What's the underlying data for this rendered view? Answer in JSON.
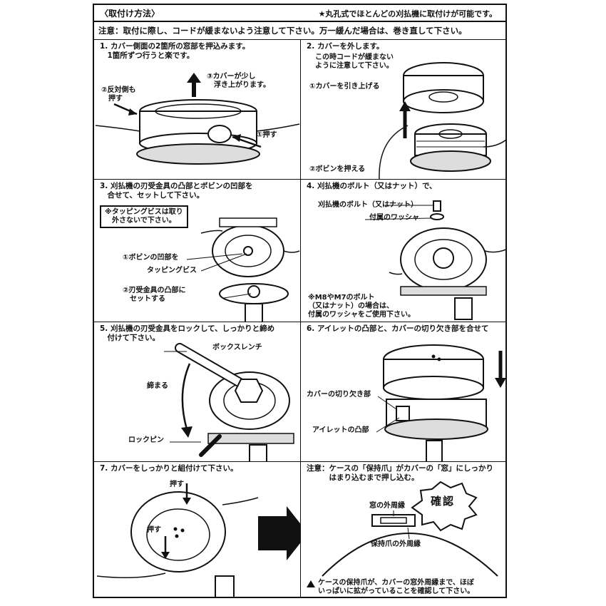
{
  "header": {
    "title": "〈取付け方法〉",
    "note": "★丸孔式でほとんどの刈払機に取付けが可能です。"
  },
  "caution": "注意：取付に際し、コードが緩まないよう注意して下さい。万一緩んだ場合は、巻き直して下さい。",
  "steps": {
    "s1": {
      "text": "1. カバー側面の2箇所の窓部を押込みます。\n　1箇所ずつ行うと楽です。",
      "labels": {
        "a": "②反対側も\n　押す",
        "b": "③カバーが少し\n　浮き上がります。",
        "c": "①押す"
      }
    },
    "s2": {
      "text": "2. カバーを外します。",
      "labels": {
        "a": "この時コードが緩まない\nように注意して下さい。",
        "b": "①カバーを引き上げる",
        "c": "②ボビンを押える"
      }
    },
    "s3": {
      "text": "3. 刈払機の刃受金具の凸部とボビンの凹部を\n　合せて、セットして下さい。",
      "labels": {
        "box": "※タッピングビスは取り\n　外さないで下さい。",
        "a": "①ボビンの凹部を",
        "b": "タッピングビス",
        "c": "②刃受金具の凸部に\n　セットする"
      }
    },
    "s4": {
      "text": "4. 刈払機のボルト（又はナット）で、",
      "labels": {
        "a": "刈払機のボルト（又はナット）",
        "b": "付属のワッシャ",
        "c": "※M8やM7のボルト\n（又はナット）の場合は、\n付属のワッシャをご使用下さい。"
      }
    },
    "s5": {
      "text": "5. 刈払機の刃受金具をロックして、しっかりと締め\n　付けて下さい。",
      "labels": {
        "a": "ボックスレンチ",
        "b": "締まる",
        "c": "ロックピン"
      }
    },
    "s6": {
      "text": "6. アイレットの凸部と、カバーの切り欠き部を合せて",
      "labels": {
        "a": "カバーの切り欠き部",
        "b": "アイレットの凸部"
      }
    },
    "s7": {
      "text": "7. カバーをしっかりと組付けて下さい。",
      "labels": {
        "a": "押す",
        "b": "押す"
      }
    },
    "s8": {
      "text": "注意：ケースの「保持爪」がカバーの「窓」にしっかり\n　　　はまり込むまで押し込む。",
      "labels": {
        "stamp": "確認",
        "a": "窓の外周縁",
        "b": "保持爪の外周縁",
        "c": "ケースの保持爪が、カバーの窓外周縁まで、ほぼ\nいっぱいに拡がっていることを確認して下さい。"
      }
    }
  }
}
